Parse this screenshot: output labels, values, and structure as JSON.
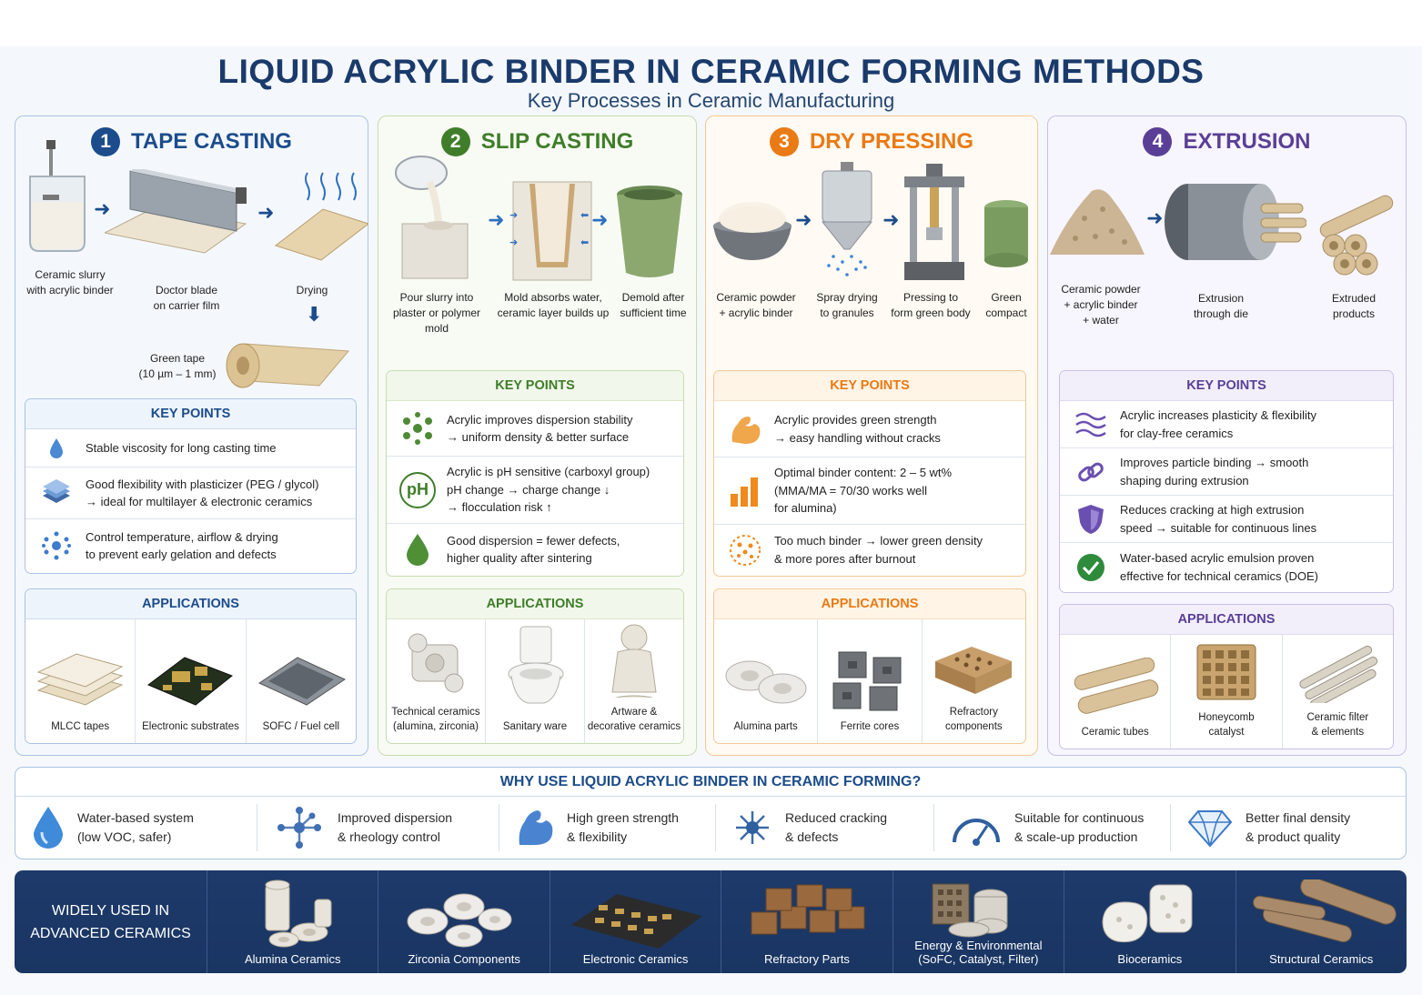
{
  "title": "LIQUID ACRYLIC BINDER IN CERAMIC FORMING METHODS",
  "subtitle": "Key Processes in Ceramic Manufacturing",
  "colors": {
    "tape": "#1c4c8c",
    "slip": "#3f7d2a",
    "dry": "#ea7a14",
    "ext": "#5a3f96",
    "navy": "#1a3562"
  },
  "tape": {
    "num": "1",
    "title": "TAPE CASTING",
    "steps": [
      "Ceramic slurry\nwith acrylic binder",
      "Doctor blade\non carrier film",
      "Drying",
      "Green tape\n(10 µm – 1 mm)"
    ],
    "kp_title": "KEY POINTS",
    "kp": [
      "Stable viscosity for long casting time",
      "Good flexibility with plasticizer (PEG / glycol)\n→ ideal for multilayer & electronic ceramics",
      "Control temperature, airflow & drying\nto prevent early gelation and defects"
    ],
    "app_title": "APPLICATIONS",
    "apps": [
      "MLCC tapes",
      "Electronic substrates",
      "SOFC / Fuel cell"
    ]
  },
  "slip": {
    "num": "2",
    "title": "SLIP CASTING",
    "steps": [
      "Pour slurry into\nplaster or polymer mold",
      "Mold absorbs water,\nceramic layer builds up",
      "Demold after\nsufficient time"
    ],
    "kp_title": "KEY POINTS",
    "kp": [
      "Acrylic improves dispersion stability\n→ uniform density & better surface",
      "Acrylic is pH sensitive (carboxyl group)\npH change → charge change ↓\n→ flocculation risk ↑",
      "Good dispersion = fewer defects,\nhigher quality after sintering"
    ],
    "ph_label": "pH",
    "app_title": "APPLICATIONS",
    "apps": [
      "Technical ceramics\n(alumina, zirconia)",
      "Sanitary ware",
      "Artware &\ndecorative ceramics"
    ]
  },
  "dry": {
    "num": "3",
    "title": "DRY PRESSING",
    "steps": [
      "Ceramic powder\n+ acrylic binder",
      "Spray drying\nto granules",
      "Pressing to\nform green body",
      "Green\ncompact"
    ],
    "kp_title": "KEY POINTS",
    "kp": [
      "Acrylic provides green strength\n→ easy handling without cracks",
      "Optimal binder content: 2 – 5 wt%\n(MMA/MA = 70/30 works well\nfor alumina)",
      "Too much binder → lower green density\n& more pores after burnout"
    ],
    "app_title": "APPLICATIONS",
    "apps": [
      "Alumina parts",
      "Ferrite cores",
      "Refractory\ncomponents"
    ]
  },
  "ext": {
    "num": "4",
    "title": "EXTRUSION",
    "steps": [
      "Ceramic powder\n+ acrylic binder\n+ water",
      "Extrusion\nthrough die",
      "Extruded\nproducts"
    ],
    "kp_title": "KEY POINTS",
    "kp": [
      "Acrylic increases plasticity & flexibility\nfor clay-free ceramics",
      "Improves particle binding → smooth\nshaping during extrusion",
      "Reduces cracking at high extrusion\nspeed → suitable for continuous lines",
      "Water-based acrylic emulsion proven\neffective for technical ceramics (DOE)"
    ],
    "app_title": "APPLICATIONS",
    "apps": [
      "Ceramic tubes",
      "Honeycomb\ncatalyst",
      "Ceramic filter\n& elements"
    ]
  },
  "why": {
    "title": "WHY USE LIQUID ACRYLIC BINDER IN CERAMIC FORMING?",
    "items": [
      {
        "icon": "water-drop-icon",
        "text": "Water-based system\n(low VOC, safer)"
      },
      {
        "icon": "molecule-icon",
        "text": "Improved dispersion\n& rheology control"
      },
      {
        "icon": "flexed-arm-icon",
        "text": "High green strength\n& flexibility"
      },
      {
        "icon": "crack-burst-icon",
        "text": "Reduced cracking\n& defects"
      },
      {
        "icon": "speedometer-icon",
        "text": "Suitable for continuous\n& scale-up production"
      },
      {
        "icon": "diamond-icon",
        "text": "Better final density\n& product quality"
      }
    ]
  },
  "used": {
    "title": "WIDELY USED IN\nADVANCED CERAMICS",
    "items": [
      "Alumina Ceramics",
      "Zirconia Components",
      "Electronic Ceramics",
      "Refractory Parts",
      "Energy & Environmental\n(SoFC, Catalyst, Filter)",
      "Bioceramics",
      "Structural Ceramics"
    ]
  }
}
